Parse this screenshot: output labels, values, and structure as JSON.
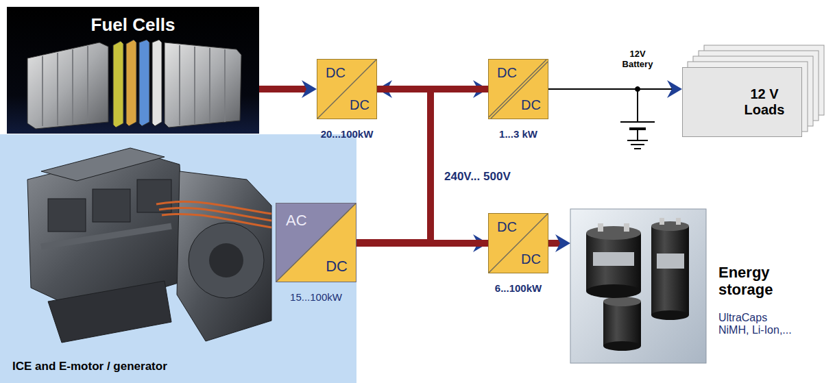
{
  "diagram": {
    "nodes": [
      {
        "text": [
          "Fuel Cells"
        ]
      },
      {
        "text": [
          "DC",
          "DC",
          "20...100kW"
        ]
      },
      {
        "text": [
          "DC",
          "DC",
          "1...3 kW"
        ]
      },
      {
        "text": [
          "12 V Loads"
        ]
      },
      {
        "text": [
          "ICE and E-motor / generator"
        ]
      },
      {
        "text": [
          "AC",
          "DC",
          "15...100kW"
        ],
        "in": 4
      },
      {
        "text": [
          "DC",
          "DC",
          "6...100kW"
        ]
      },
      {
        "text": [
          "Energy storage",
          "UltraCaps NiMH, Li-Ion,..."
        ]
      }
    ],
    "edges": [
      {
        "from": 0,
        "to": 1,
        "arrow": "to"
      },
      {
        "from": 1,
        "to": 2,
        "arrow": "both"
      },
      {
        "from": 2,
        "to": 3,
        "arrow": "to"
      },
      {
        "from": 5,
        "to": 6,
        "arrow": "to"
      },
      {
        "from": 6,
        "to": 7,
        "arrow": "to"
      },
      {
        "from": 1,
        "to": 6,
        "arrow": "none"
      },
      {
        "from": 5,
        "to": 2,
        "arrow": "none"
      }
    ],
    "labels": [
      "12V Battery",
      "240V... 500V"
    ]
  }
}
